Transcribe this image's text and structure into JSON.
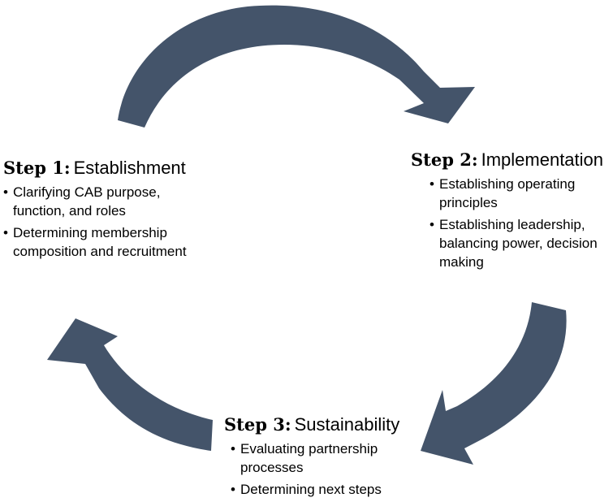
{
  "diagram": {
    "colors": {
      "arrow": "#44546a",
      "text": "#000000"
    },
    "steps": [
      {
        "number": "Step 1:",
        "name": "Establishment",
        "bullets": [
          "Clarifying CAB purpose, function, and roles",
          "Determining membership composition and recruitment"
        ]
      },
      {
        "number": "Step 2:",
        "name": "Implementation",
        "bullets": [
          "Establishing operating principles",
          "Establishing leadership, balancing power, decision making"
        ]
      },
      {
        "number": "Step 3:",
        "name": "Sustainability",
        "bullets": [
          "Evaluating partnership processes",
          "Determining next steps"
        ]
      }
    ]
  }
}
